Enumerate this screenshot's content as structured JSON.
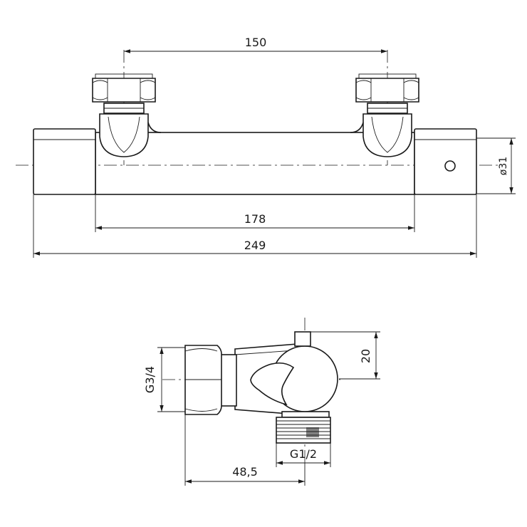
{
  "front_view": {
    "dim_inlet_spacing": "150",
    "dim_body_length": "178",
    "dim_overall_length": "249",
    "dim_diameter": "ø31"
  },
  "side_view": {
    "dim_height": "20",
    "dim_inlet_thread": "G3/4",
    "dim_outlet_thread": "G1/2",
    "dim_depth": "48,5"
  }
}
